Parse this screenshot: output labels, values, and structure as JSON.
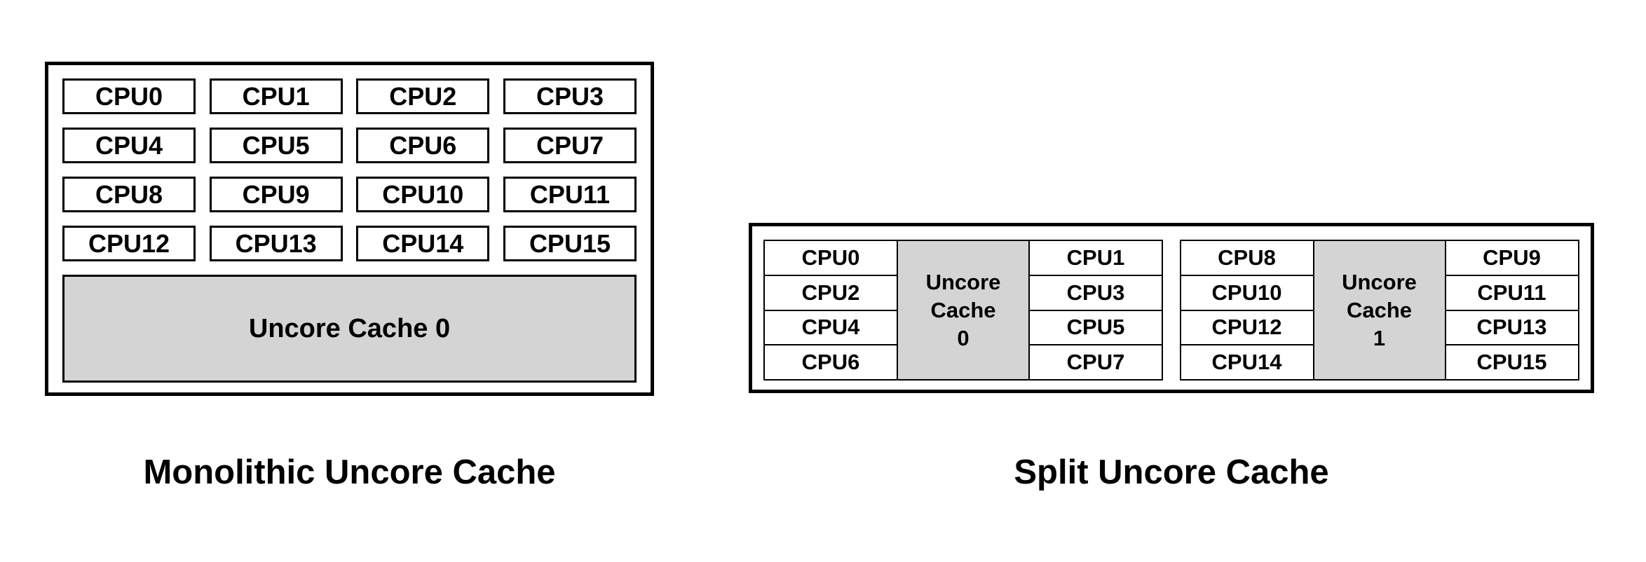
{
  "colors": {
    "border": "#000000",
    "cache_fill": "#d4d4d4",
    "background": "#ffffff",
    "text": "#000000"
  },
  "monolithic": {
    "caption": "Monolithic Uncore Cache",
    "cpu_rows": [
      [
        "CPU0",
        "CPU1",
        "CPU2",
        "CPU3"
      ],
      [
        "CPU4",
        "CPU5",
        "CPU6",
        "CPU7"
      ],
      [
        "CPU8",
        "CPU9",
        "CPU10",
        "CPU11"
      ],
      [
        "CPU12",
        "CPU13",
        "CPU14",
        "CPU15"
      ]
    ],
    "cache_label": "Uncore Cache 0"
  },
  "split": {
    "caption": "Split Uncore Cache",
    "groups": [
      {
        "left_cpus": [
          "CPU0",
          "CPU2",
          "CPU4",
          "CPU6"
        ],
        "cache_lines": [
          "Uncore",
          "Cache",
          "0"
        ],
        "right_cpus": [
          "CPU1",
          "CPU3",
          "CPU5",
          "CPU7"
        ]
      },
      {
        "left_cpus": [
          "CPU8",
          "CPU10",
          "CPU12",
          "CPU14"
        ],
        "cache_lines": [
          "Uncore",
          "Cache",
          "1"
        ],
        "right_cpus": [
          "CPU9",
          "CPU11",
          "CPU13",
          "CPU15"
        ]
      }
    ]
  }
}
